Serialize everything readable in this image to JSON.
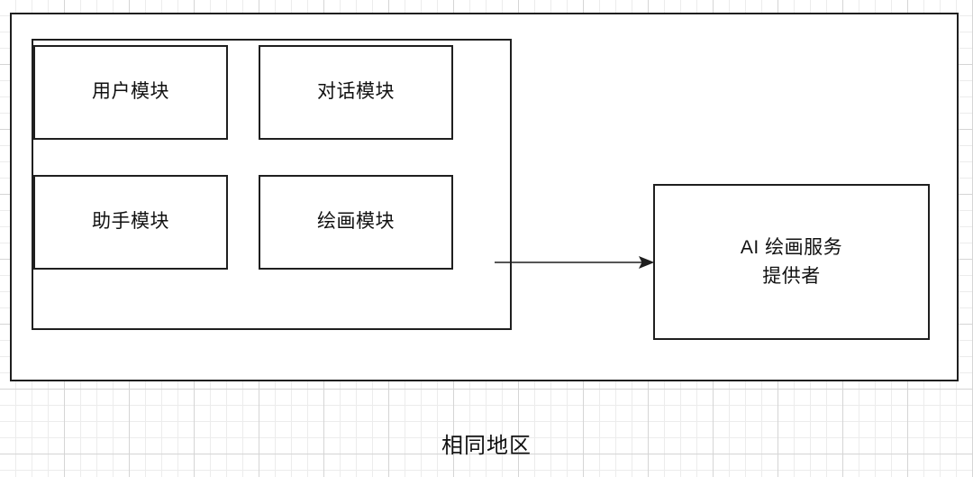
{
  "diagram": {
    "caption": "相同地区",
    "outer_container": {
      "label": ""
    },
    "group_container": {
      "label": ""
    },
    "modules": [
      {
        "label": "用户模块"
      },
      {
        "label": "对话模块"
      },
      {
        "label": "助手模块"
      },
      {
        "label": "绘画模块"
      }
    ],
    "service": {
      "line1": "AI 绘画服务",
      "line2": "提供者"
    },
    "connector": {
      "label": "",
      "from": "绘画模块",
      "to": "AI 绘画服务 提供者",
      "arrow": "arrow-right"
    },
    "colors": {
      "stroke": "#1f1f1f",
      "fill": "#ffffff",
      "text": "#111111",
      "grid_minor": "#ececec",
      "grid_major": "#d5d5d5"
    }
  }
}
